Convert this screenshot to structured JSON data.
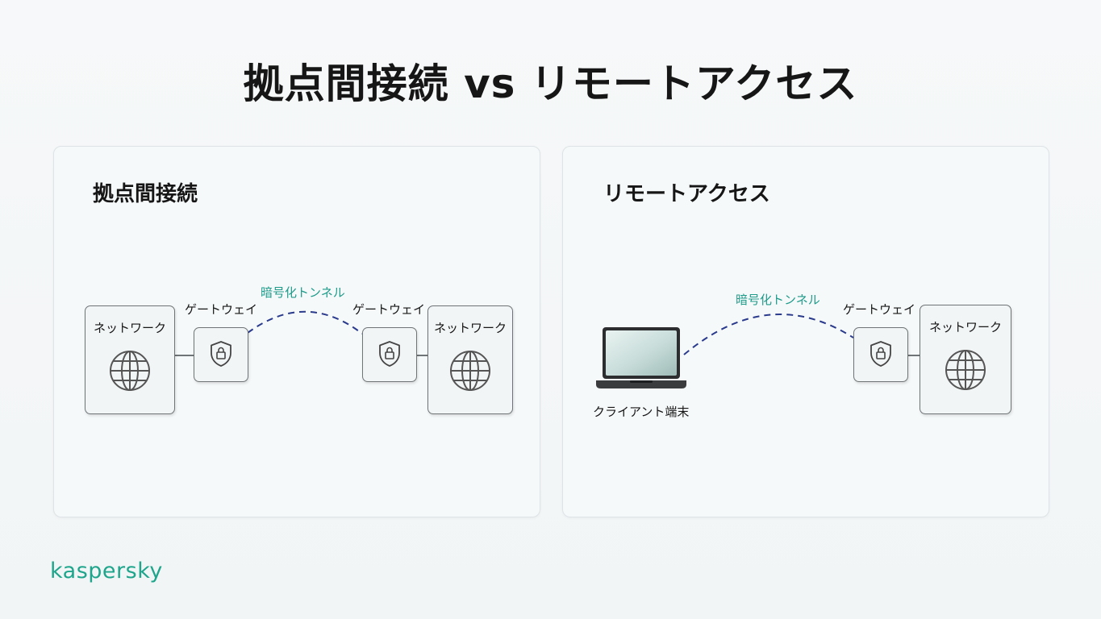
{
  "title": "拠点間接続 vs リモートアクセス",
  "site_to_site": {
    "heading": "拠点間接続",
    "left_network": "ネットワーク",
    "left_gateway": "ゲートウェイ",
    "tunnel": "暗号化トンネル",
    "right_gateway": "ゲートウェイ",
    "right_network": "ネットワーク"
  },
  "remote_access": {
    "heading": "リモートアクセス",
    "client": "クライアント端末",
    "tunnel": "暗号化トンネル",
    "gateway": "ゲートウェイ",
    "network": "ネットワーク"
  },
  "brand": "kaspersky",
  "colors": {
    "accent": "#1fa58c",
    "tunnel_line": "#2a3a8c",
    "tunnel_label": "#1f9b8a"
  },
  "icons": [
    "globe-icon",
    "shield-lock-icon",
    "laptop-icon"
  ]
}
